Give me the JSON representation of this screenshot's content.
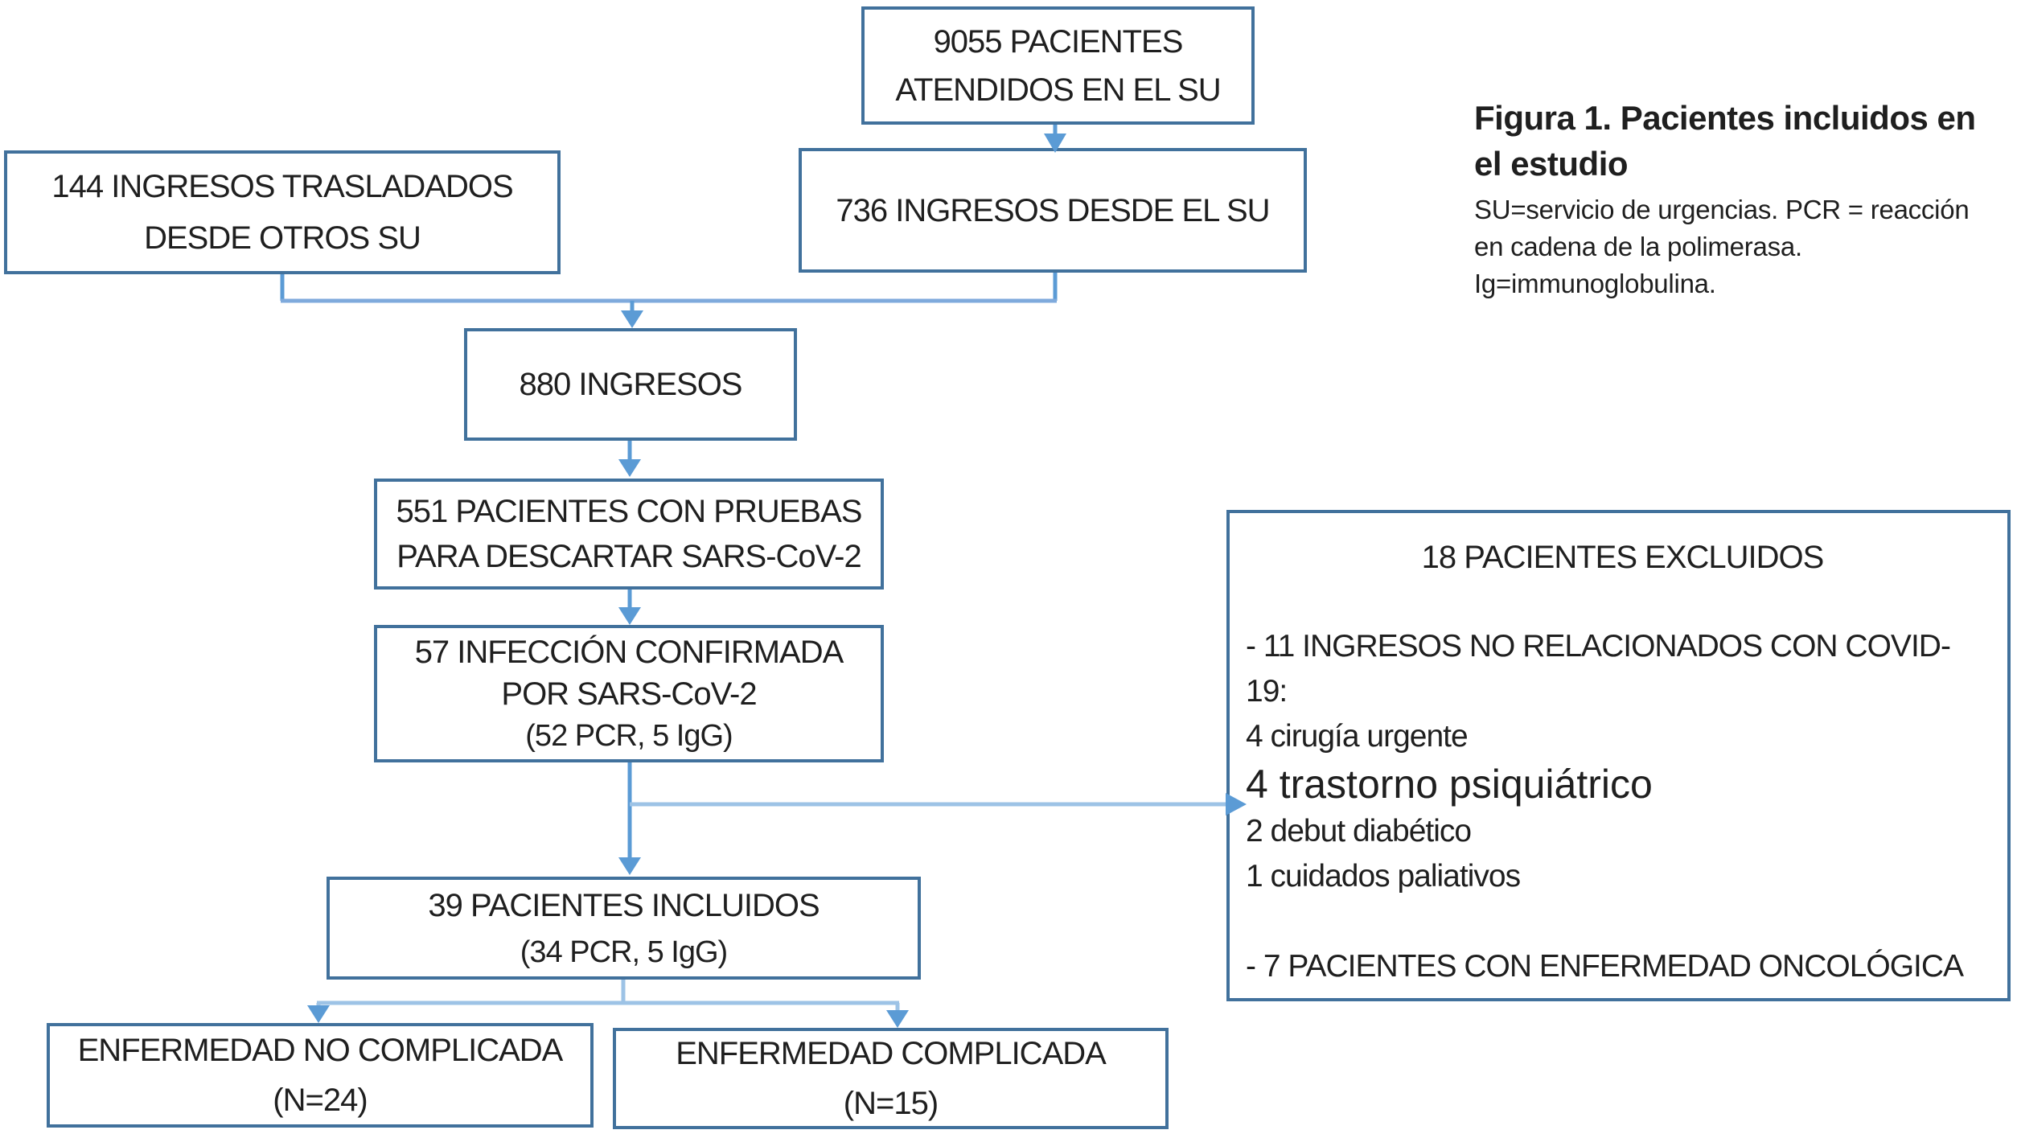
{
  "figure": {
    "title_line1": "Figura 1. Pacientes incluidos en",
    "title_line2": "el estudio",
    "legend_line1": "SU=servicio de urgencias. PCR = reacción",
    "legend_line2": "en cadena de la polimerasa.",
    "legend_line3": "Ig=immunoglobulina."
  },
  "nodes": {
    "attended": {
      "line1": "9055 PACIENTES",
      "line2": "ATENDIDOS EN EL SU"
    },
    "transferred": {
      "line1": "144 INGRESOS TRASLADADOS",
      "line2": "DESDE OTROS SU"
    },
    "from_su": {
      "line1": "736 INGRESOS DESDE EL SU"
    },
    "ingresos": {
      "line1": "880 INGRESOS"
    },
    "tested": {
      "line1": "551 PACIENTES CON PRUEBAS",
      "line2": "PARA DESCARTAR SARS-CoV-2"
    },
    "confirmed": {
      "line1": "57 INFECCIÓN CONFIRMADA",
      "line2": "POR SARS-CoV-2",
      "line3": "(52 PCR, 5 IgG)"
    },
    "included": {
      "line1": "39 PACIENTES INCLUIDOS",
      "line2": "(34 PCR, 5 IgG)"
    },
    "uncomplicated": {
      "line1": "ENFERMEDAD NO COMPLICADA",
      "line2": "(N=24)"
    },
    "complicated": {
      "line1": "ENFERMEDAD COMPLICADA",
      "line2": "(N=15)"
    },
    "excluded": {
      "title": "18 PACIENTES EXCLUIDOS",
      "item1a": "- 11 INGRESOS NO RELACIONADOS CON COVID-",
      "item1b": "19:",
      "item2": "4 cirugía urgente",
      "item3": "4 trastorno psiquiátrico",
      "item4": "2 debut diabético",
      "item5": "1 cuidados paliativos",
      "item6": "- 7 PACIENTES CON ENFERMEDAD ONCOLÓGICA"
    }
  },
  "colors": {
    "box_border": "#41719C",
    "connector": "#5B9BD5",
    "connector_light": "#9DC3E6",
    "text": "#1f1f1f",
    "background": "#ffffff"
  }
}
